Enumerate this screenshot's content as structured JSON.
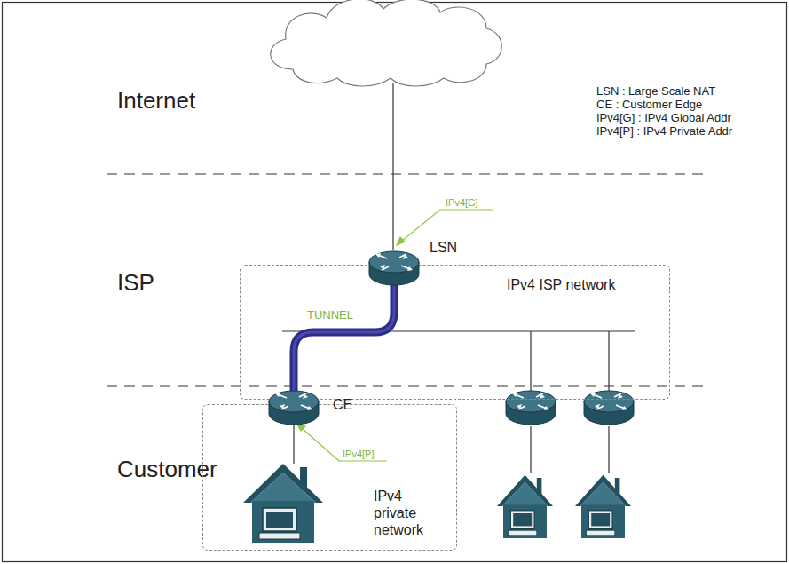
{
  "diagram": {
    "nodes": [
      {
        "text": [
          "IPv4 ISP network"
        ]
      },
      {
        "text": [
          "LSN"
        ],
        "in": 0
      },
      {
        "text": [
          "IPv4 private network"
        ]
      },
      {
        "text": [
          "CE"
        ],
        "in": 2
      }
    ],
    "edges": [
      {
        "from": 1,
        "to": 3,
        "arrow": "none",
        "label": "TUNNEL"
      }
    ],
    "labels": [
      "Internet",
      "ISP",
      "Customer",
      "LSN : Large Scale NAT",
      "CE : Customer Edge",
      "IPv4[G] : IPv4 Global Addr",
      "IPv4[P] : IPv4 Private Addr",
      "IPv4[G]",
      "IPv4[P]"
    ]
  }
}
